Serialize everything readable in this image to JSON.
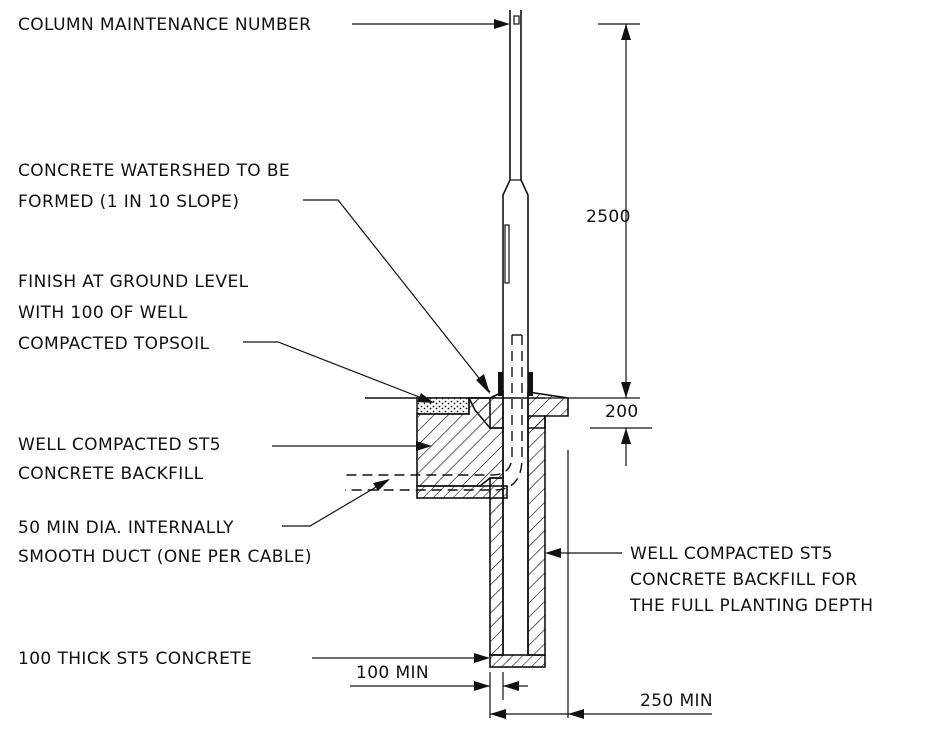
{
  "labels": {
    "column_maintenance_number": "COLUMN MAINTENANCE NUMBER",
    "watershed_line1": "CONCRETE WATERSHED TO BE",
    "watershed_line2": "FORMED (1 IN 10 SLOPE)",
    "finish_line1": "FINISH AT GROUND LEVEL",
    "finish_line2": "WITH 100 OF WELL",
    "finish_line3": "COMPACTED TOPSOIL",
    "backfill_line1": "WELL COMPACTED ST5",
    "backfill_line2": "CONCRETE BACKFILL",
    "duct_line1": "50 MIN DIA. INTERNALLY",
    "duct_line2": "SMOOTH DUCT (ONE PER CABLE)",
    "full_backfill_line1": "WELL COMPACTED ST5",
    "full_backfill_line2": "CONCRETE BACKFILL FOR",
    "full_backfill_line3": "THE FULL PLANTING DEPTH",
    "base_concrete": "100 THICK ST5 CONCRETE"
  },
  "dimensions": {
    "height_above_ground": "2500",
    "watershed_depth": "200",
    "min_clearance": "100 MIN",
    "min_width": "250 MIN"
  },
  "colors": {
    "ink": "#111111",
    "background": "#ffffff"
  }
}
